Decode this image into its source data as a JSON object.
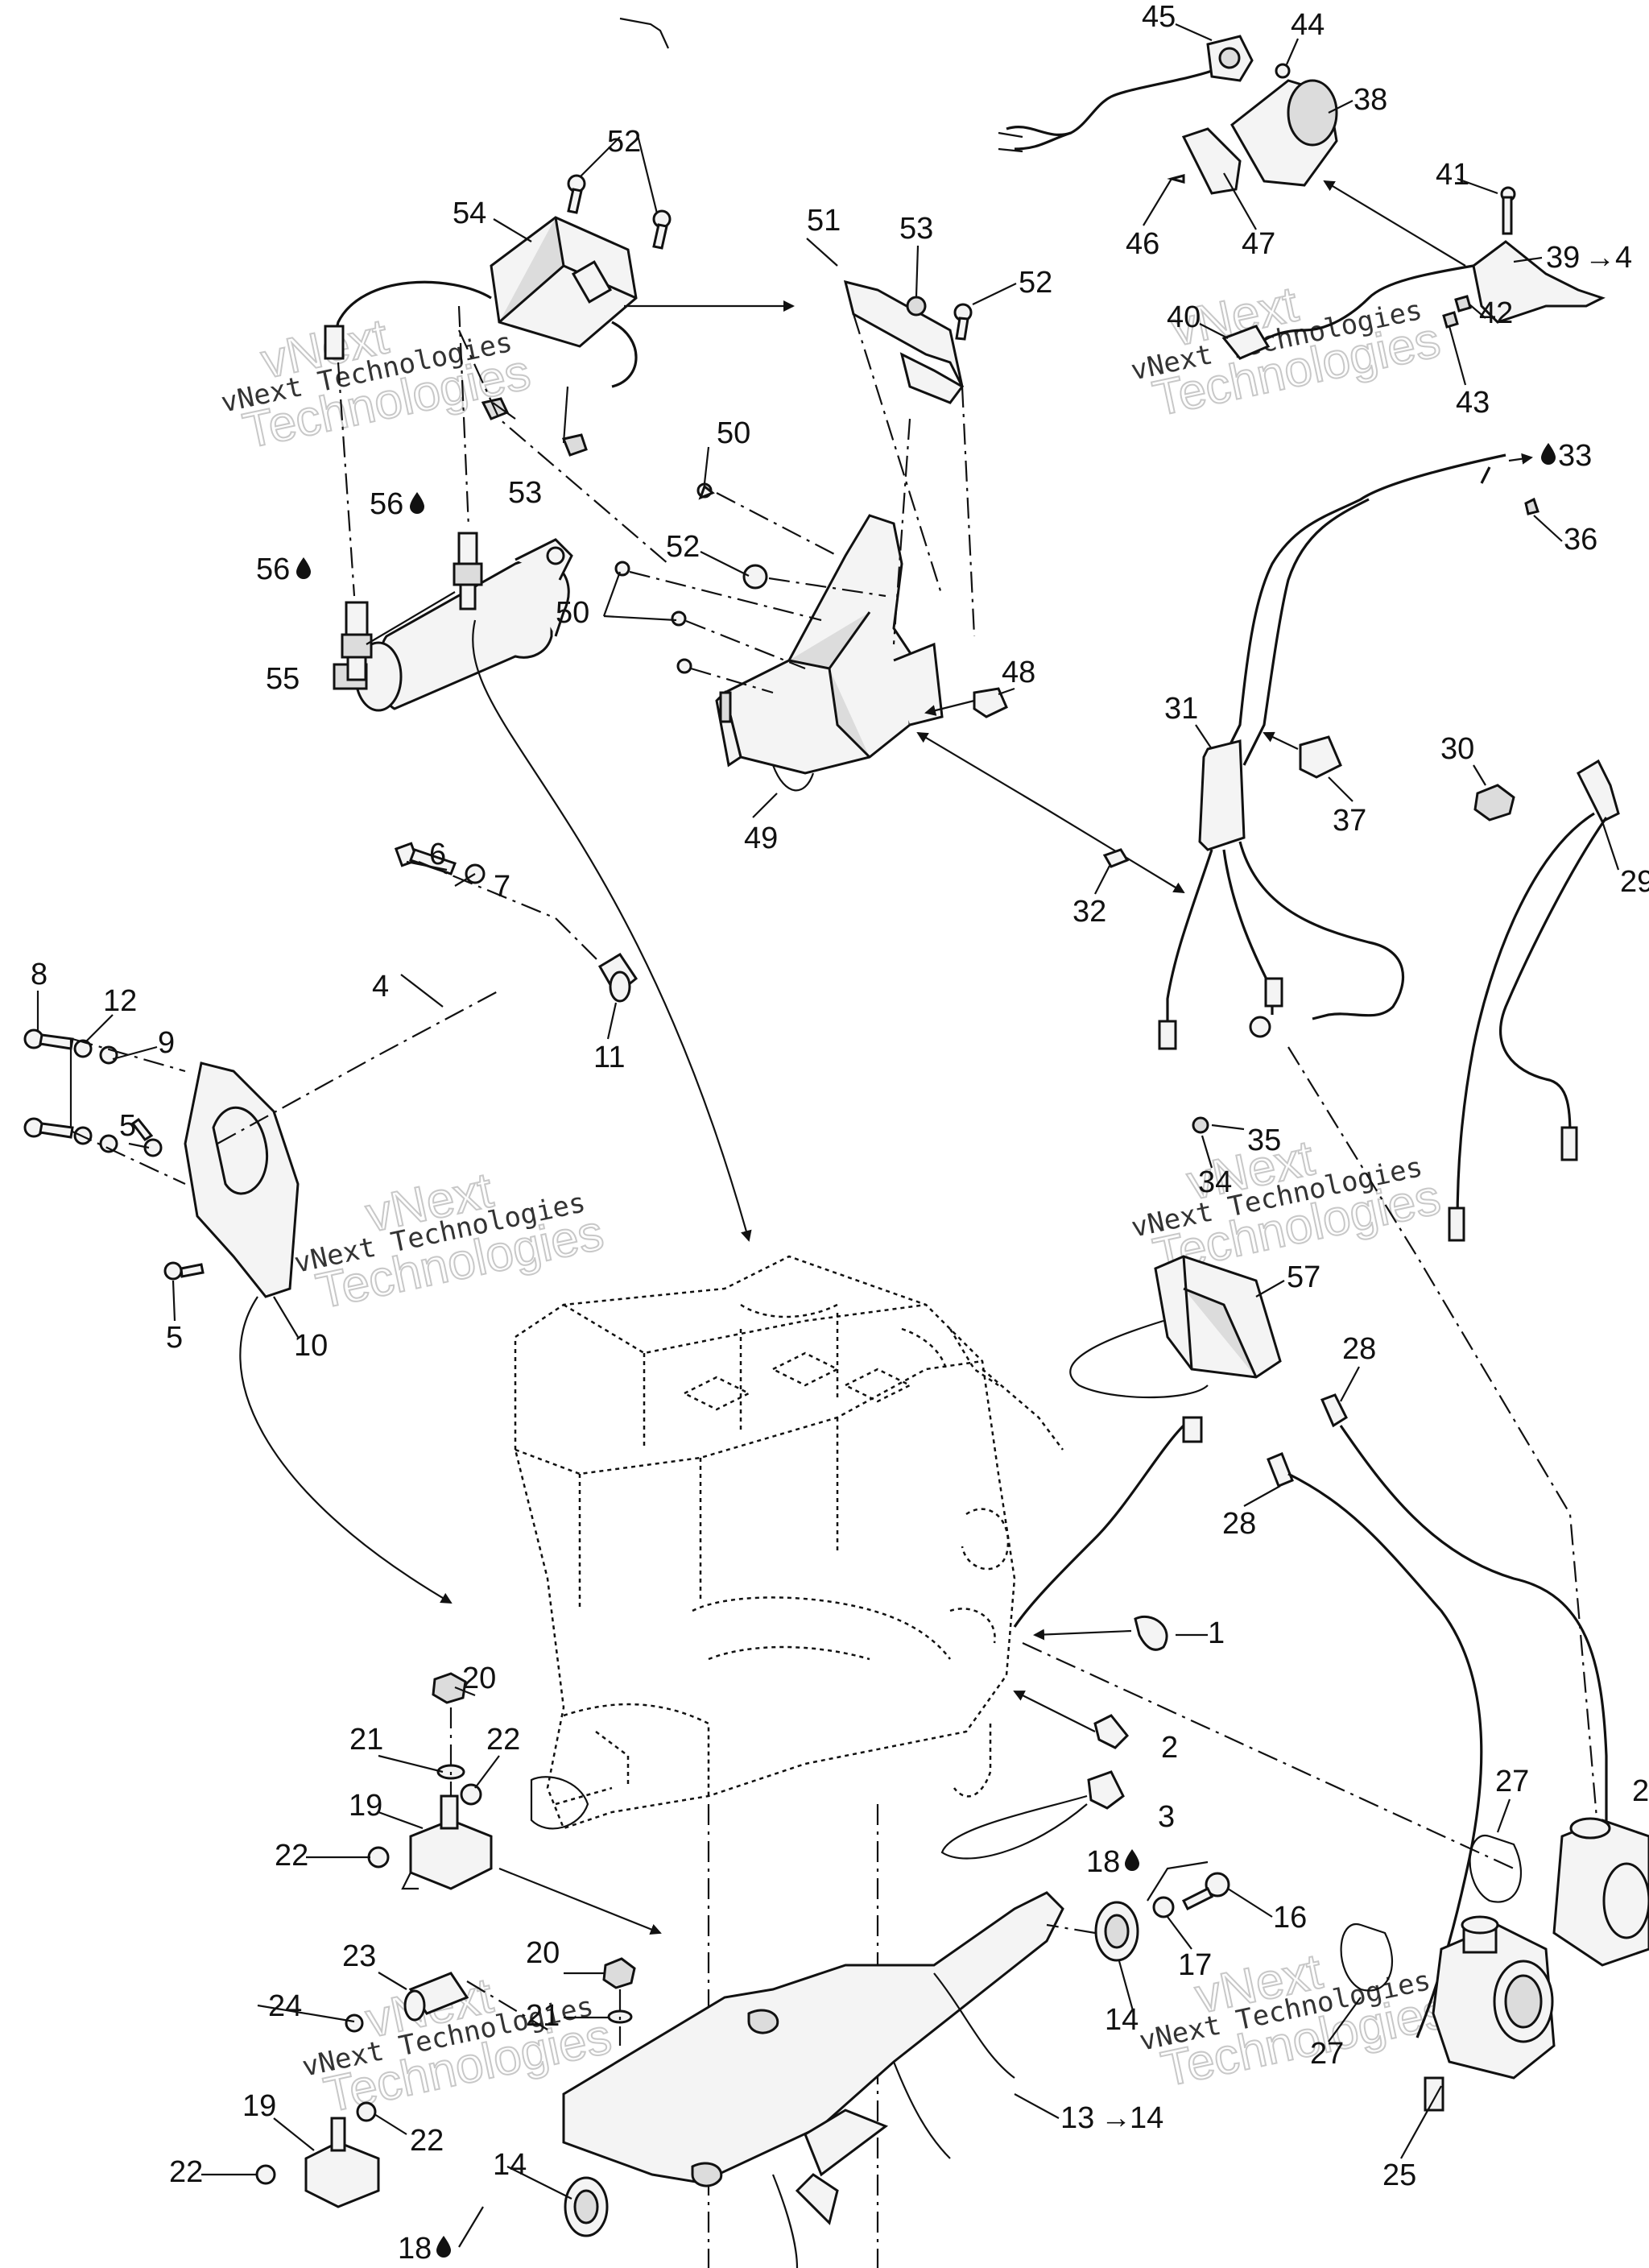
{
  "watermark": {
    "line1": "vNext",
    "line2": "vNext Technologies",
    "line3": "Technologies"
  },
  "symbols": {
    "drop": "drop-icon",
    "arrow": "→"
  },
  "callouts": {
    "c1": "1",
    "c2": "2",
    "c3": "3",
    "c4": "4",
    "c5a": "5",
    "c5b": "5",
    "c6": "6",
    "c7": "7",
    "c8": "8",
    "c9": "9",
    "c10": "10",
    "c11": "11",
    "c12": "12",
    "c13": "13",
    "c13to": "14",
    "c14a": "14",
    "c14b": "14",
    "c16": "16",
    "c17": "17",
    "c18a": "18",
    "c18b": "18",
    "c19a": "19",
    "c19b": "19",
    "c19c": "19",
    "c20a": "20",
    "c20b": "20",
    "c21a": "21",
    "c21b": "21",
    "c22a": "22",
    "c22b": "22",
    "c22c": "22",
    "c22d": "22",
    "c23": "23",
    "c24": "24",
    "c25": "25",
    "c26": "2",
    "c27a": "27",
    "c27b": "27",
    "c28a": "28",
    "c28b": "28",
    "c29": "29",
    "c30": "30",
    "c31": "31",
    "c32": "32",
    "c33": "33",
    "c34": "34",
    "c35": "35",
    "c36": "36",
    "c37": "37",
    "c38": "38",
    "c39": "39",
    "c39to": "4",
    "c40": "40",
    "c41": "41",
    "c42": "42",
    "c43": "43",
    "c44": "44",
    "c45": "45",
    "c46": "46",
    "c47": "47",
    "c48": "48",
    "c49": "49",
    "c50a": "50",
    "c50b": "50",
    "c51": "51",
    "c52a": "52",
    "c52b": "52",
    "c52c": "52",
    "c53a": "53",
    "c53b": "53",
    "c54": "54",
    "c55": "55",
    "c56a": "56",
    "c56b": "56",
    "c57": "57"
  }
}
